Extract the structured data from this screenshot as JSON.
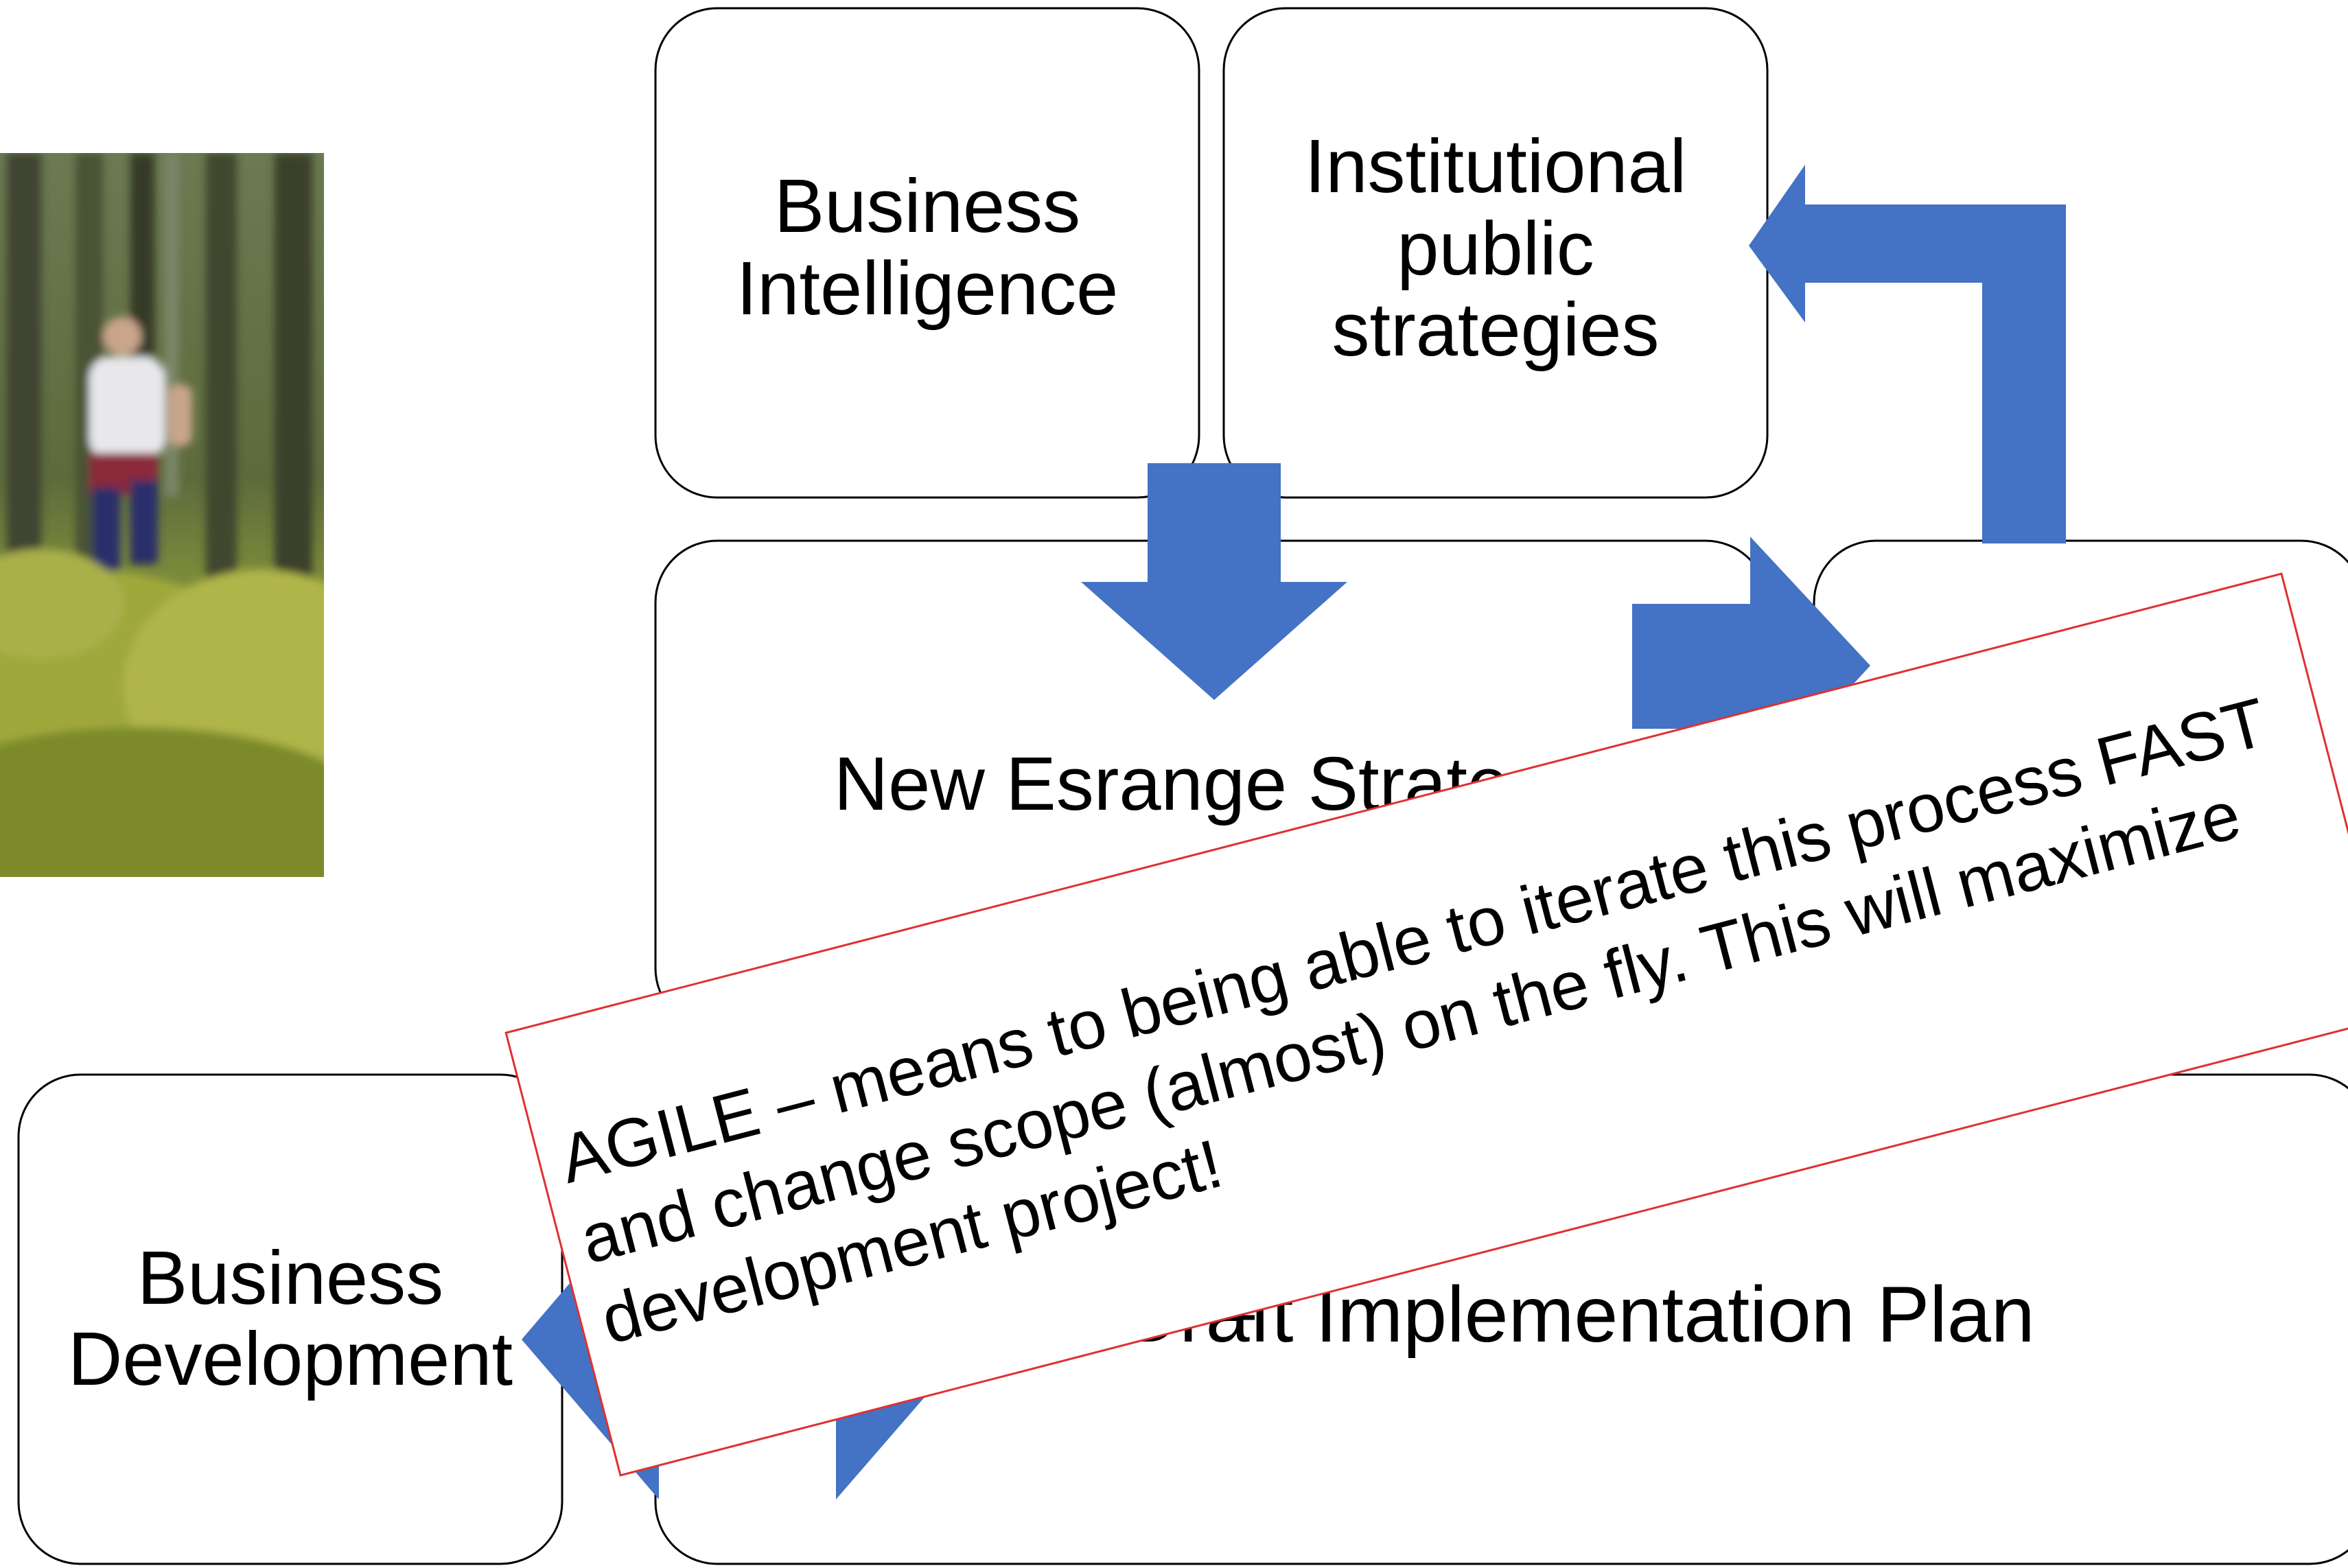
{
  "boxes": {
    "business_intelligence": {
      "line1": "Business",
      "line2": "Intelligence"
    },
    "institutional": {
      "line1": "Institutional",
      "line2": "public",
      "line3": "strategies"
    },
    "strategy": {
      "label": "New Esrange Strategy"
    },
    "business_development": {
      "line1": "Business",
      "line2": "Development"
    },
    "implementation": {
      "struck_word": "Draft",
      "label": " Implementation Plan"
    }
  },
  "callout": {
    "line1": "AGILE – means to being able to iterate this process FAST",
    "line2": "and change scope (almost) on the fly. This will maximize",
    "line3": "development project!"
  },
  "colors": {
    "arrow": "#4472c4",
    "callout_border": "#e03030",
    "box_border": "#000000"
  },
  "photo": {
    "icon": "forest-runner-photo"
  }
}
